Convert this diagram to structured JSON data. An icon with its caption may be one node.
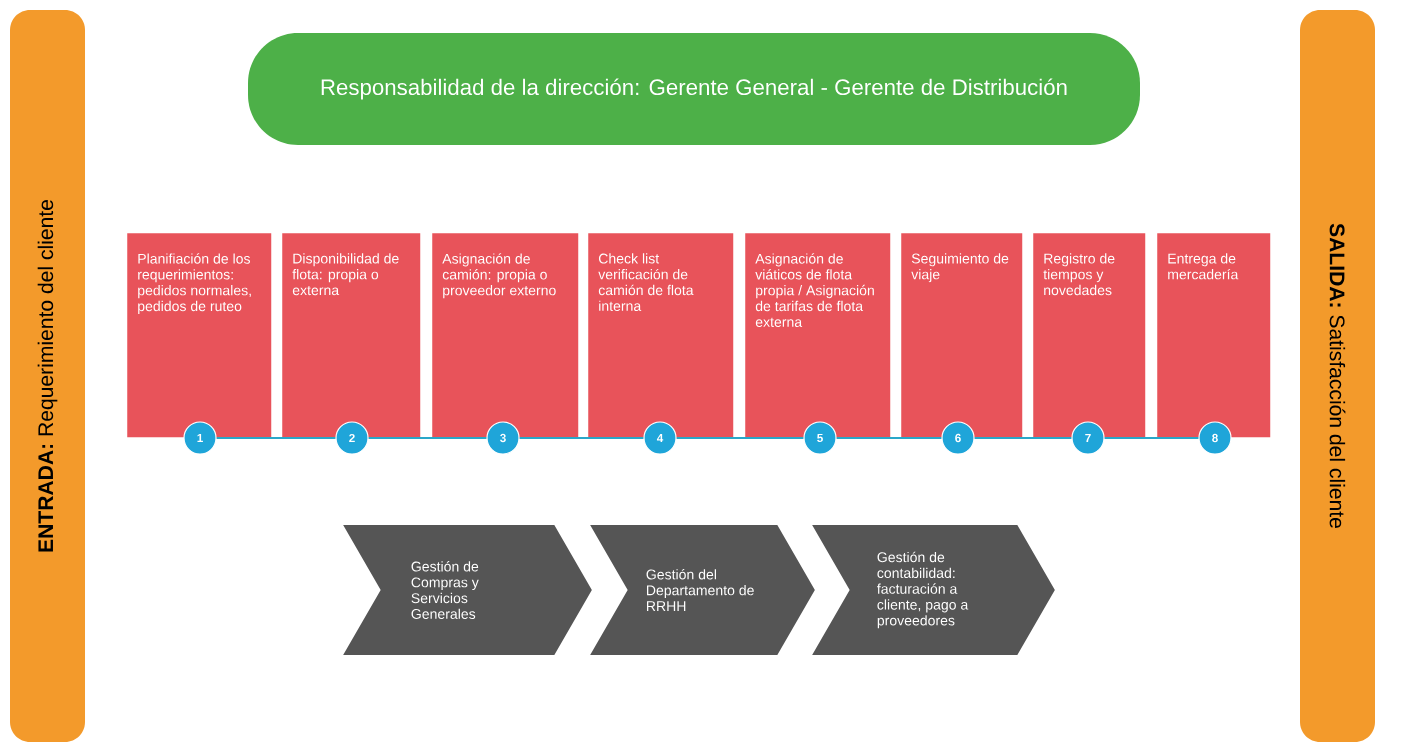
{
  "diagram": {
    "nodes": [
      {
        "text": [
          "**ENTRADA:** Requerimiento del cliente"
        ]
      },
      {
        "text": [
          "Responsabilidad de la dirección: Gerente General - Gerente de Distribución"
        ]
      },
      {
        "text": [
          "**SALIDA:** Satisfacción del cliente"
        ]
      },
      {
        "text": [
          "Planifiación de los requerimientos: pedidos normales, pedidos de ruteo"
        ]
      },
      {
        "text": [
          "Disponibilidad de flota: propia o externa"
        ]
      },
      {
        "text": [
          "Asignación de camión: propia o proveedor externo"
        ]
      },
      {
        "text": [
          "Check list verificación de camión de flota interna"
        ]
      },
      {
        "text": [
          "Asignación de viáticos de flota propia / Asignación de tarifas de flota externa"
        ]
      },
      {
        "text": [
          "Seguimiento de viaje"
        ]
      },
      {
        "text": [
          "Registro de tiempos y novedades"
        ]
      },
      {
        "text": [
          "Entrega de mercadería"
        ]
      },
      {
        "text": [
          "1"
        ]
      },
      {
        "text": [
          "2"
        ]
      },
      {
        "text": [
          "3"
        ]
      },
      {
        "text": [
          "4"
        ]
      },
      {
        "text": [
          "5"
        ]
      },
      {
        "text": [
          "6"
        ]
      },
      {
        "text": [
          "7"
        ]
      },
      {
        "text": [
          "8"
        ]
      },
      {
        "text": [
          "Gestión de Compras y Servicios Generales"
        ]
      },
      {
        "text": [
          "Gestión del Departamento de RRHH"
        ]
      },
      {
        "text": [
          "Gestión de contabilidad: facturación a cliente, pago a proveedores"
        ]
      }
    ],
    "edges": [
      {
        "from": 11,
        "to": 12,
        "arrow": "none"
      },
      {
        "from": 12,
        "to": 13,
        "arrow": "none"
      },
      {
        "from": 13,
        "to": 14,
        "arrow": "none"
      },
      {
        "from": 14,
        "to": 15,
        "arrow": "none"
      },
      {
        "from": 15,
        "to": 16,
        "arrow": "none"
      },
      {
        "from": 16,
        "to": 17,
        "arrow": "none"
      },
      {
        "from": 17,
        "to": 18,
        "arrow": "none"
      }
    ]
  }
}
